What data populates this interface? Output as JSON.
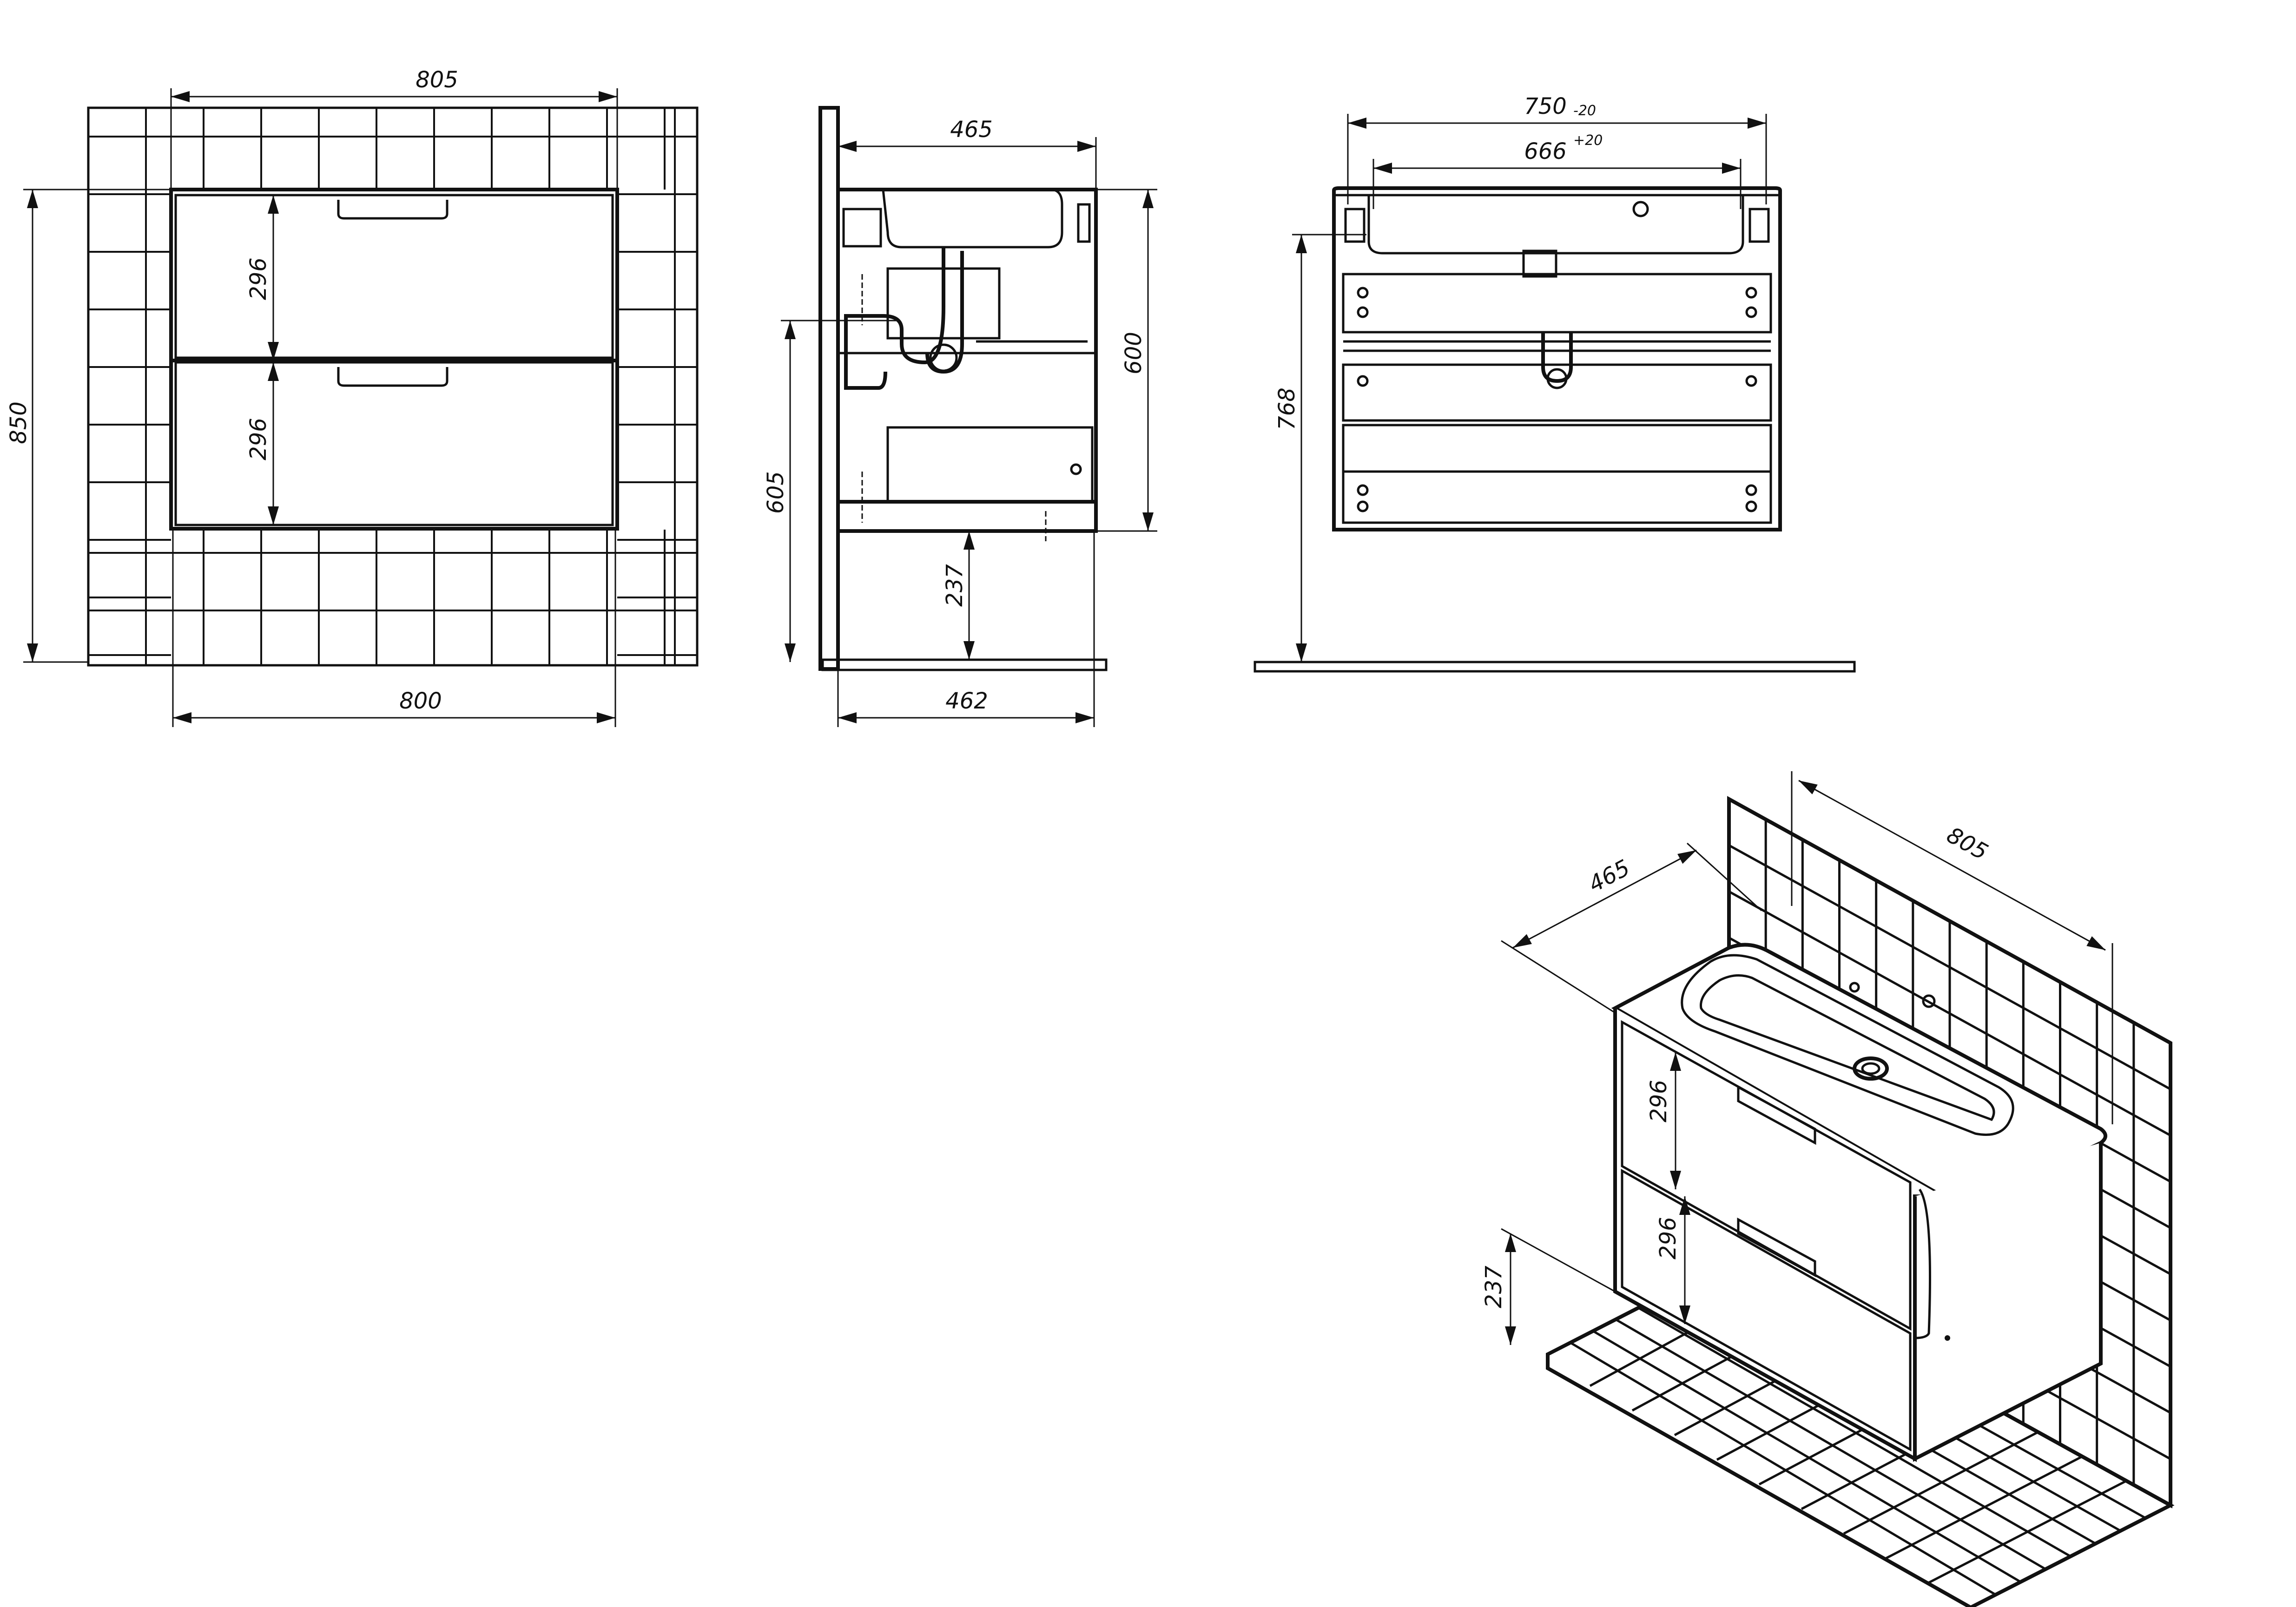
{
  "colors": {
    "ink": "#111111",
    "paper": "#ffffff"
  },
  "front_view": {
    "width_top": "805",
    "width_bottom": "800",
    "height_total": "850",
    "drawer_top": "296",
    "drawer_bottom": "296"
  },
  "side_view": {
    "depth_top": "465",
    "depth_bottom": "462",
    "height_cabinet": "600",
    "height_mount": "605",
    "floor_gap": "237"
  },
  "back_view": {
    "width_outer": "750",
    "width_outer_tol": "-20",
    "width_inner": "666",
    "width_inner_tol": "+20",
    "height_mount": "768"
  },
  "iso_view": {
    "depth": "465",
    "width": "805",
    "drawer_top": "296",
    "drawer_bottom": "296",
    "floor_gap": "237"
  }
}
